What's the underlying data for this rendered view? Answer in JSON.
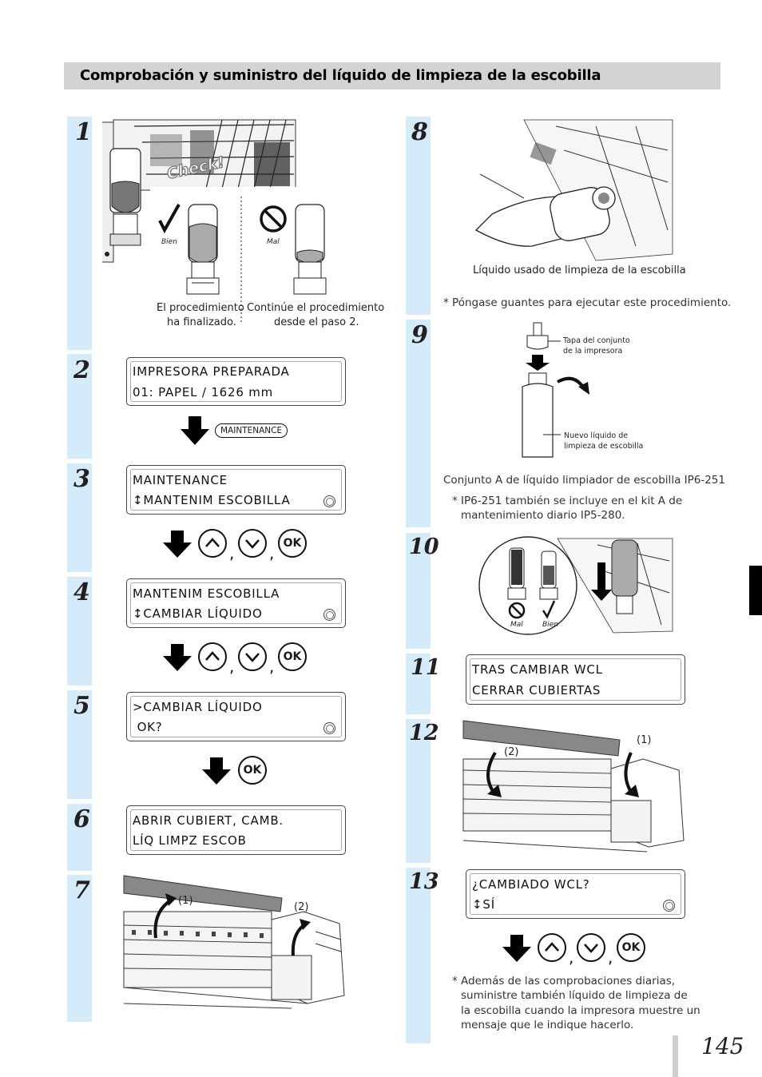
{
  "title": "Comprobación y suministro del líquido de limpieza de la escobilla",
  "steps": [
    "1",
    "2",
    "3",
    "4",
    "5",
    "6",
    "7",
    "8",
    "9",
    "10",
    "11",
    "12",
    "13"
  ],
  "step1": {
    "check": "Check!",
    "bien": "Bien",
    "mal": "Mal",
    "cap_left_1": "El procedimiento",
    "cap_left_2": "ha finalizado.",
    "cap_right_1": "Continúe el procedimiento",
    "cap_right_2": "desde el paso 2."
  },
  "step2": {
    "line1": "IMPRESORA PREPARADA",
    "line2": "01: PAPEL / 1626 mm",
    "key": "MAINTENANCE"
  },
  "step3": {
    "line1": "MAINTENANCE",
    "line2": "↕MANTENIM ESCOBILLA"
  },
  "step4": {
    "line1": "MANTENIM ESCOBILLA",
    "line2": "↕CAMBIAR LÍQUIDO"
  },
  "step5": {
    "line1": ">CAMBIAR LÍQUIDO",
    "line2": " OK?"
  },
  "step6": {
    "line1": "ABRIR CUBIERT, CAMB.",
    "line2": "LÍQ LIMPZ ESCOB"
  },
  "step7": {
    "label1": "(1)",
    "label2": "(2)"
  },
  "step8": {
    "caption": "Líquido usado de limpieza de la escobilla",
    "note": "* Póngase guantes para ejecutar este procedimiento."
  },
  "step9": {
    "cap_label_1": "Tapa del conjunto",
    "cap_label_2": "de la impresora",
    "bottle_label_1": "Nuevo líquido de",
    "bottle_label_2": "limpieza de escobilla",
    "kit": "Conjunto A de líquido limpiador de escobilla IP6-251",
    "note_1": "* IP6-251 también se incluye en el kit A de",
    "note_2": "mantenimiento diario IP5-280."
  },
  "step10": {
    "mal": "Mal",
    "bien": "Bien"
  },
  "step11": {
    "line1": "TRAS CAMBIAR WCL",
    "line2": "CERRAR CUBIERTAS"
  },
  "step12": {
    "label1": "(1)",
    "label2": "(2)"
  },
  "step13": {
    "line1": "¿CAMBIADO WCL?",
    "line2": "↕SÍ",
    "note_1": "* Además de las comprobaciones diarias,",
    "note_2": "suministre también líquido de limpieza de",
    "note_3": "la escobilla cuando la impresora muestre un",
    "note_4": "mensaje que le indique hacerlo."
  },
  "buttons": {
    "ok": "OK",
    "comma": ","
  },
  "page_number": "145"
}
